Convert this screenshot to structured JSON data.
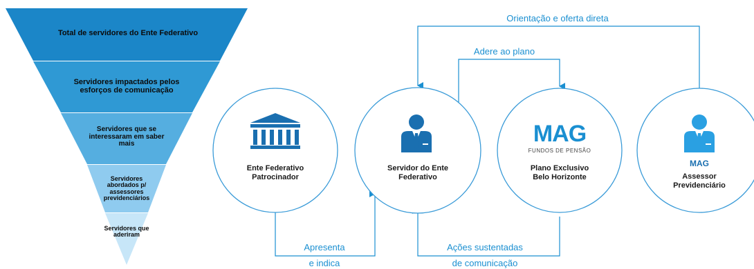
{
  "funnel": {
    "levels": [
      {
        "label": "Total de servidores do Ente Federativo",
        "color": "#1b86c8"
      },
      {
        "label": "Servidores impactados pelos esforços de comunicação",
        "color": "#2f99d4"
      },
      {
        "label": "Servidores que se interessaram em saber mais",
        "color": "#55aee0"
      },
      {
        "label": "Servidores abordados p/ assessores previdenciários",
        "color": "#8fcbef"
      },
      {
        "label": "Servidores que aderiram",
        "color": "#c7e6f8"
      }
    ]
  },
  "nodes": {
    "ente": {
      "label": "Ente Federativo Patrocinador",
      "icon": "government-building-icon"
    },
    "servidor": {
      "label": "Servidor do Ente Federativo",
      "icon": "person-suit-icon"
    },
    "plano": {
      "label": "Plano Exclusivo Belo Horizonte",
      "icon": "mag-logo"
    },
    "assessor": {
      "label": "Assessor Previdenciário",
      "icon": "advisor-icon"
    }
  },
  "logos": {
    "mag_brand": "MAG",
    "mag_subtitle": "FUNDOS DE PENSÃO",
    "mag_small": "MAG"
  },
  "flows": {
    "orientacao": "Orientação e oferta direta",
    "adere": "Adere ao plano",
    "apresenta_1": "Apresenta",
    "apresenta_2": "e indica",
    "acoes_1": "Ações sustentadas",
    "acoes_2": "de comunicação"
  },
  "colors": {
    "accent": "#1a8fd1",
    "icon_dark": "#1a6fb0",
    "circle_stroke": "#3a9bd8"
  }
}
